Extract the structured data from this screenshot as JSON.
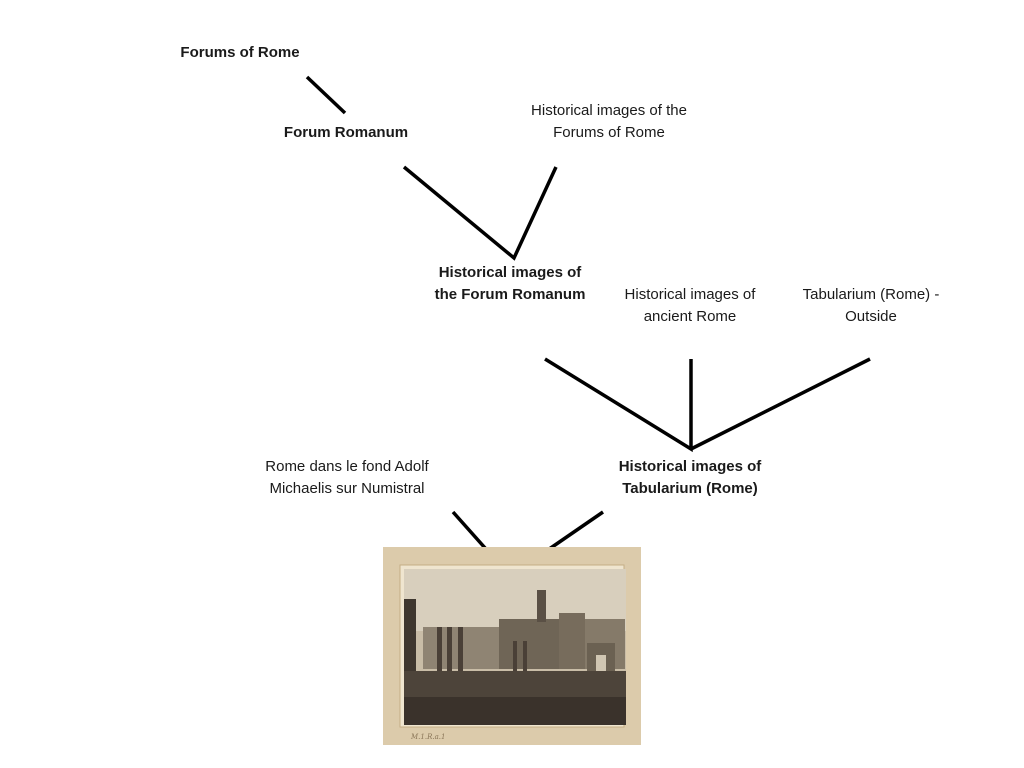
{
  "nodes": {
    "forums_of_rome": "Forums of Rome",
    "forum_romanum": "Forum Romanum",
    "hist_forums_of_rome": "Historical images of the Forums of Rome",
    "hist_forum_romanum": "Historical images of the Forum Romanum",
    "hist_ancient_rome": "Historical images of ancient Rome",
    "tabularium_outside": "Tabularium (Rome) - Outside",
    "rome_fond_michaelis": "Rome dans le fond Adolf Michaelis sur Numistral",
    "hist_tabularium": "Historical images of Tabularium (Rome)"
  },
  "photo": {
    "icon": "sepia-photograph-roman-forum",
    "caption": "M.1.R.a.1"
  },
  "colors": {
    "edge": "#000000",
    "photo_paper": "#d9c7a6"
  }
}
